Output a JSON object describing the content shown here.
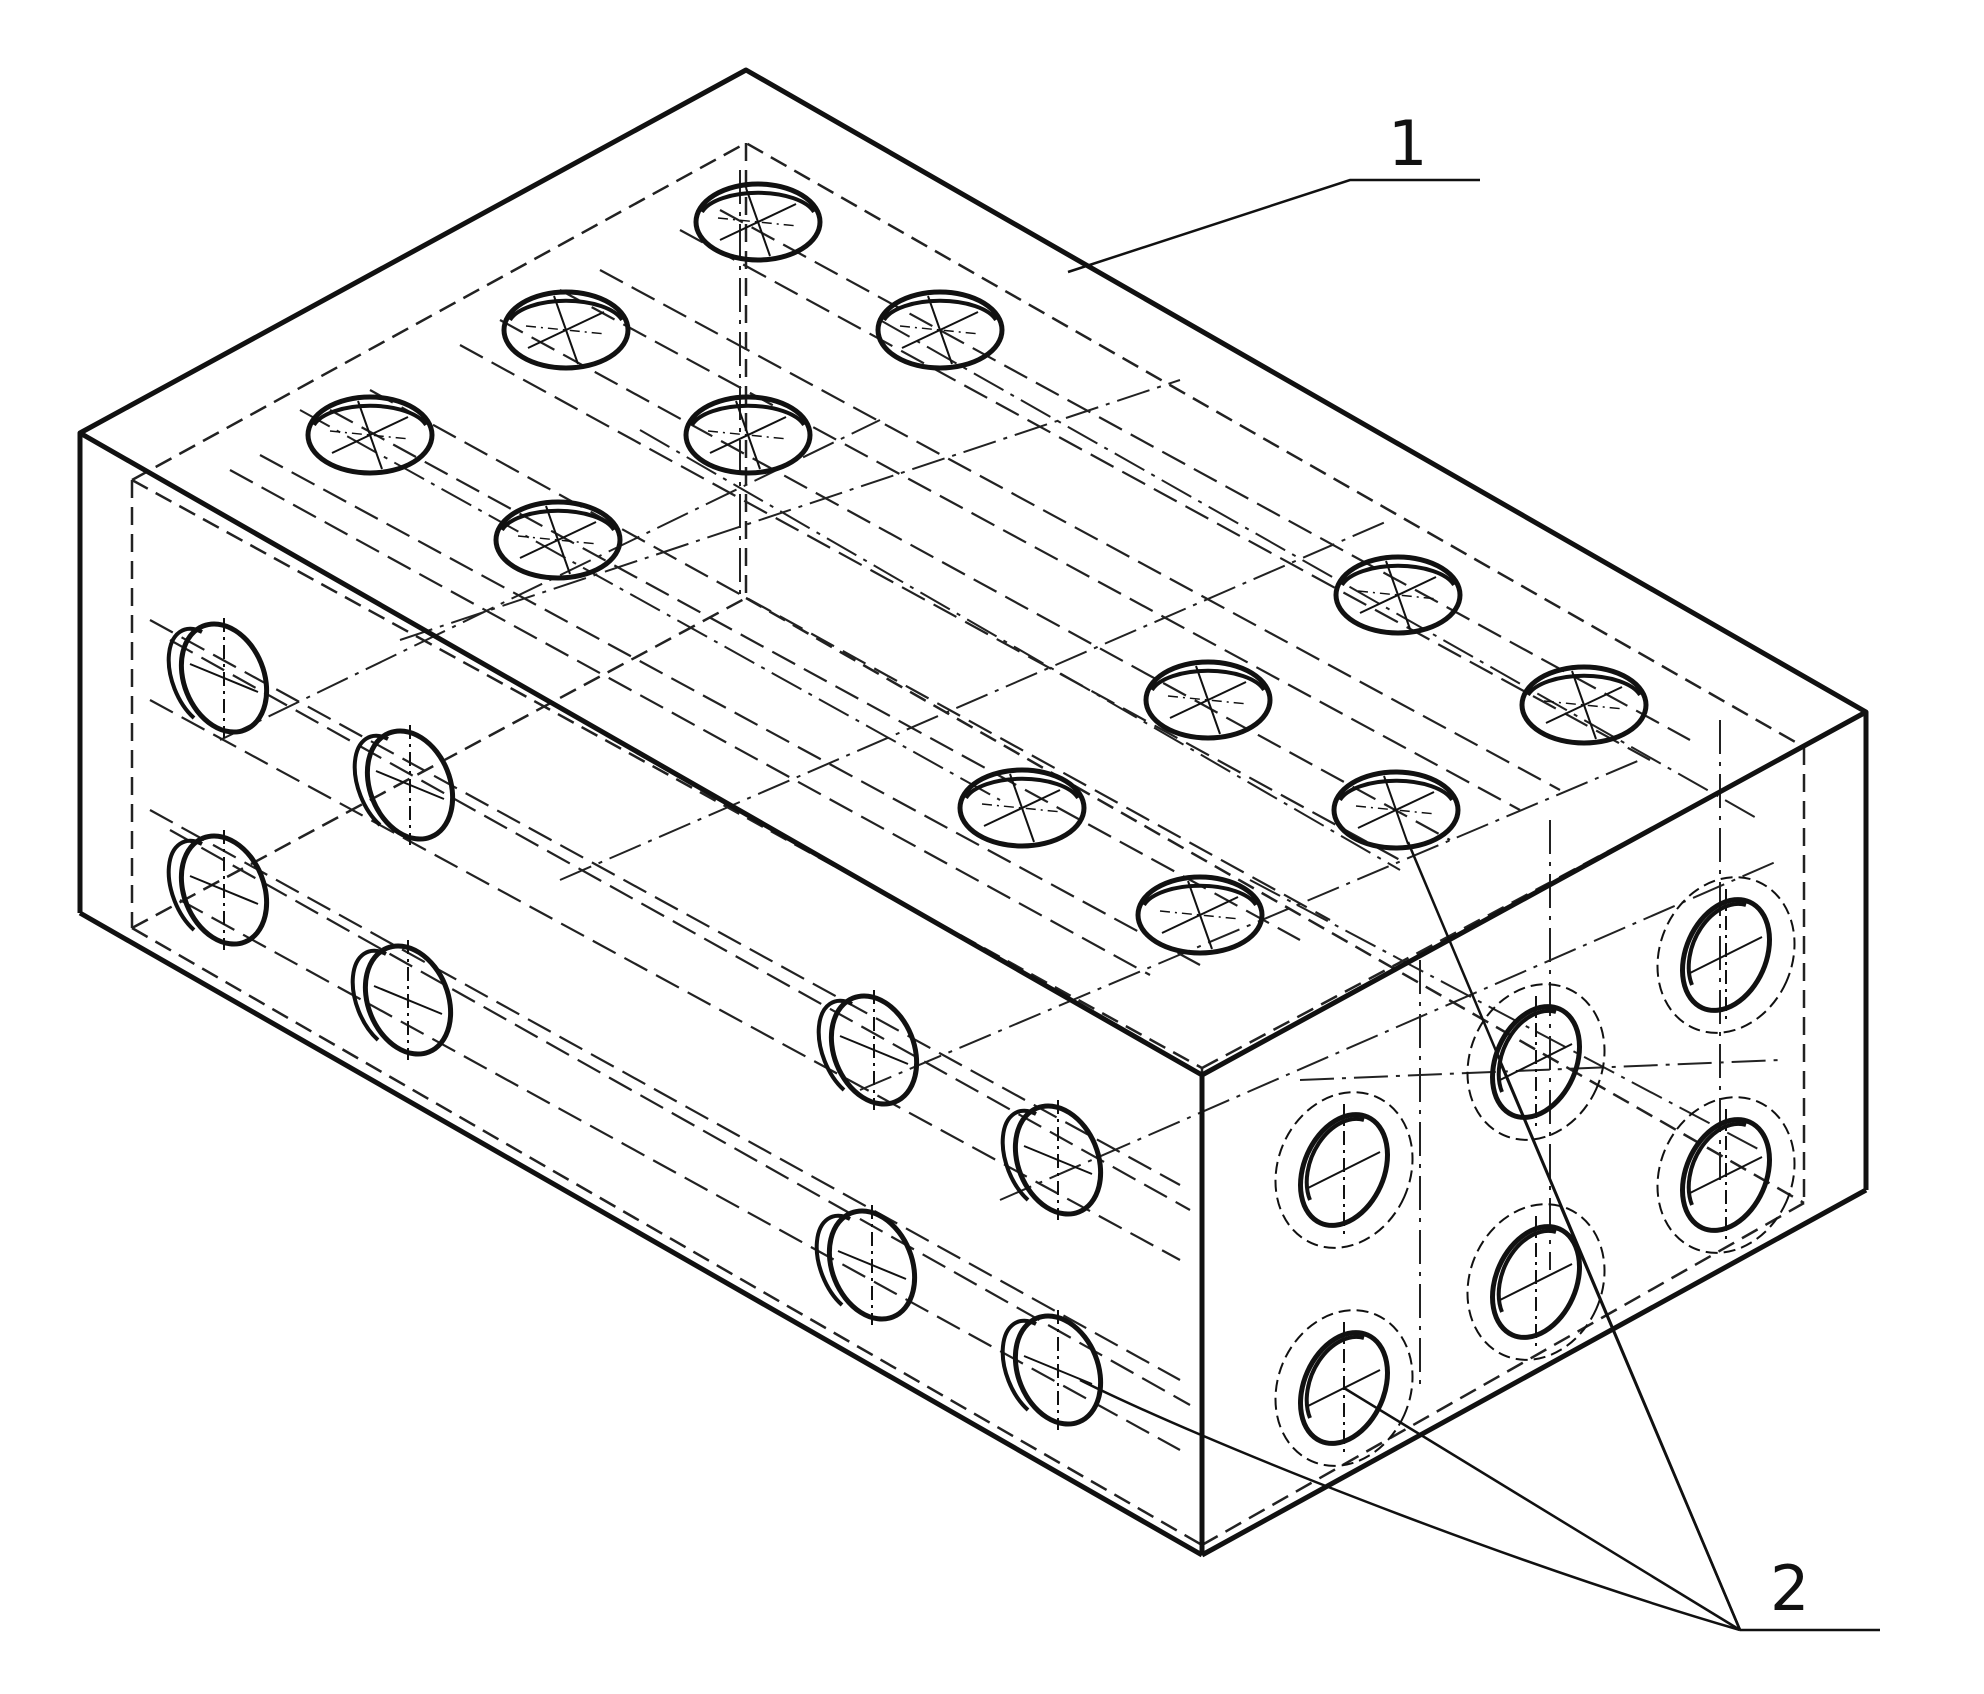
{
  "diagram": {
    "callouts": [
      {
        "id": "1",
        "text": "1"
      },
      {
        "id": "2",
        "text": "2"
      }
    ],
    "line_color": "#111111",
    "hidden_line_color": "#222222"
  }
}
